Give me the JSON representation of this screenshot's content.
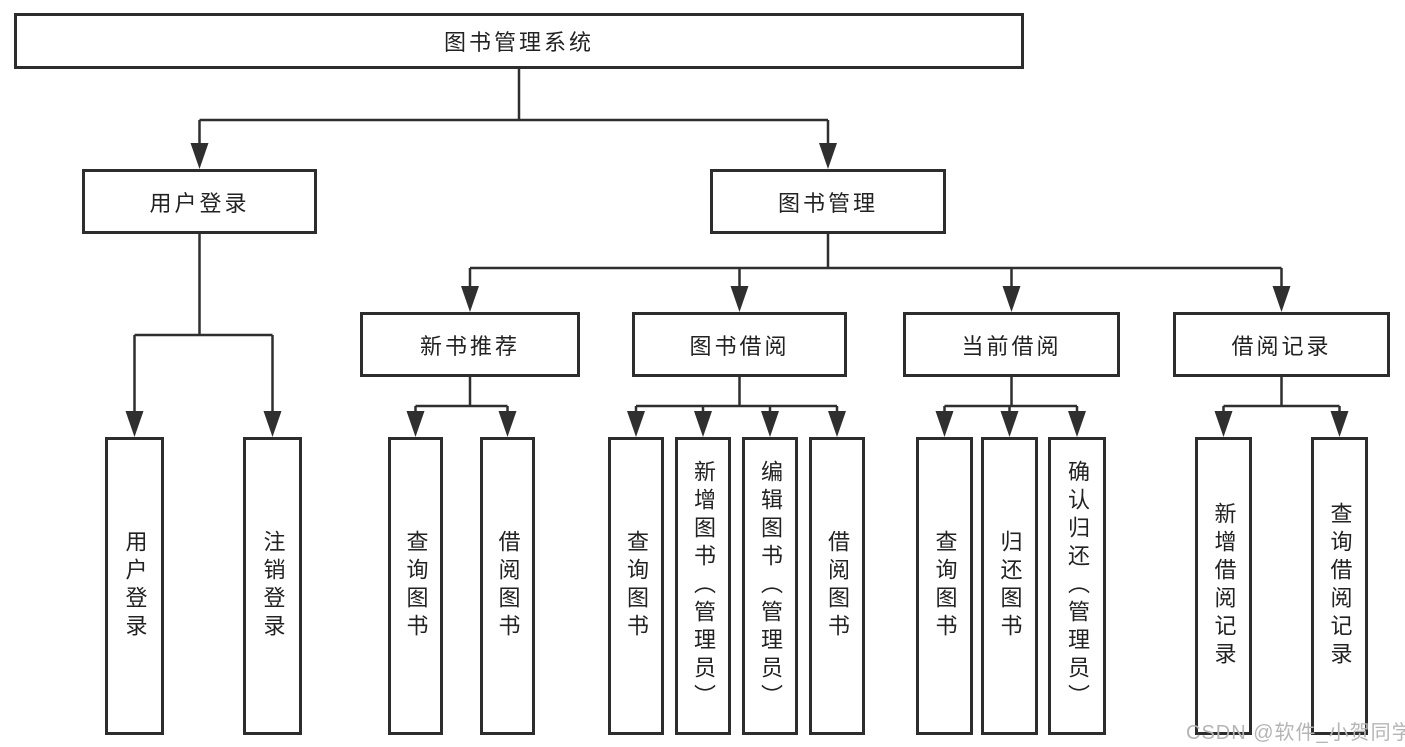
{
  "diagram": {
    "title": "图书管理系统",
    "colors": {
      "line": "#2f2f2f",
      "border": "#2d2d2d",
      "text": "#222222",
      "background": "#ffffff",
      "watermark": "#b5b5b5"
    },
    "root": {
      "label": "图书管理系统"
    },
    "level2": [
      {
        "id": "user-login",
        "label": "用户登录"
      },
      {
        "id": "book-management",
        "label": "图书管理"
      }
    ],
    "level3": [
      {
        "id": "new-book-recommend",
        "label": "新书推荐"
      },
      {
        "id": "book-borrowing",
        "label": "图书借阅"
      },
      {
        "id": "current-borrowing",
        "label": "当前借阅"
      },
      {
        "id": "borrowing-records",
        "label": "借阅记录"
      }
    ],
    "leaves": {
      "user_login": [
        "用户登录",
        "注销登录"
      ],
      "new_book": [
        "查询图书",
        "借阅图书"
      ],
      "book_borrow": [
        "查询图书",
        "新增图书（管理员）",
        "编辑图书（管理员）",
        "借阅图书"
      ],
      "current_borrow": [
        "查询图书",
        "归还图书",
        "确认归还（管理员）"
      ],
      "borrow_record": [
        "新增借阅记录",
        "查询借阅记录"
      ]
    }
  },
  "watermark": {
    "text": "CSDN @软件_小贺同学"
  }
}
